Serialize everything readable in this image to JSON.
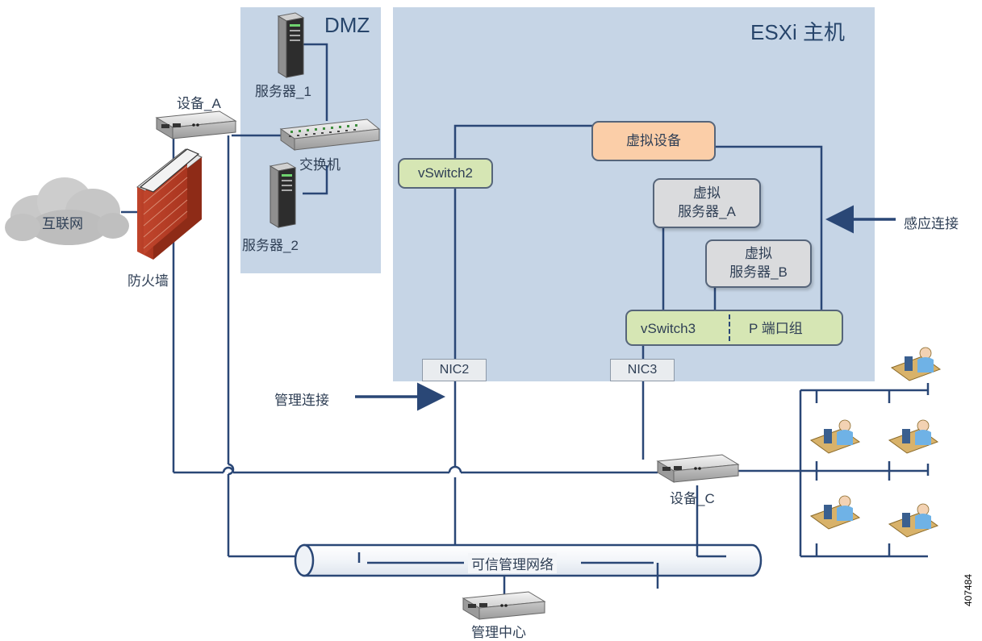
{
  "regions": {
    "dmz": "DMZ",
    "esxi": "ESXi 主机"
  },
  "labels": {
    "internet": "互联网",
    "firewall": "防火墙",
    "device_a": "设备_A",
    "server_1": "服务器_1",
    "server_2": "服务器_2",
    "switch": "交换机",
    "device_c": "设备_C",
    "mgmt_center": "管理中心",
    "trusted_network": "可信管理网络",
    "mgmt_connection": "管理连接",
    "sense_connection": "感应连接",
    "figure_id": "407484"
  },
  "boxes": {
    "vswitch2": "vSwitch2",
    "virtual_device": "虚拟设备",
    "vserver_a": "虚拟\n服务器_A",
    "vserver_b": "虚拟\n服务器_B",
    "vswitch3": "vSwitch3",
    "p_port_group": "P 端口组",
    "nic2": "NIC2",
    "nic3": "NIC3"
  },
  "colors": {
    "region_fill": "#c6d5e6",
    "line": "#2a4776",
    "green_box": "#d6e6b4",
    "orange_box": "#fbcea8",
    "gray_box": "#dadbdd"
  }
}
